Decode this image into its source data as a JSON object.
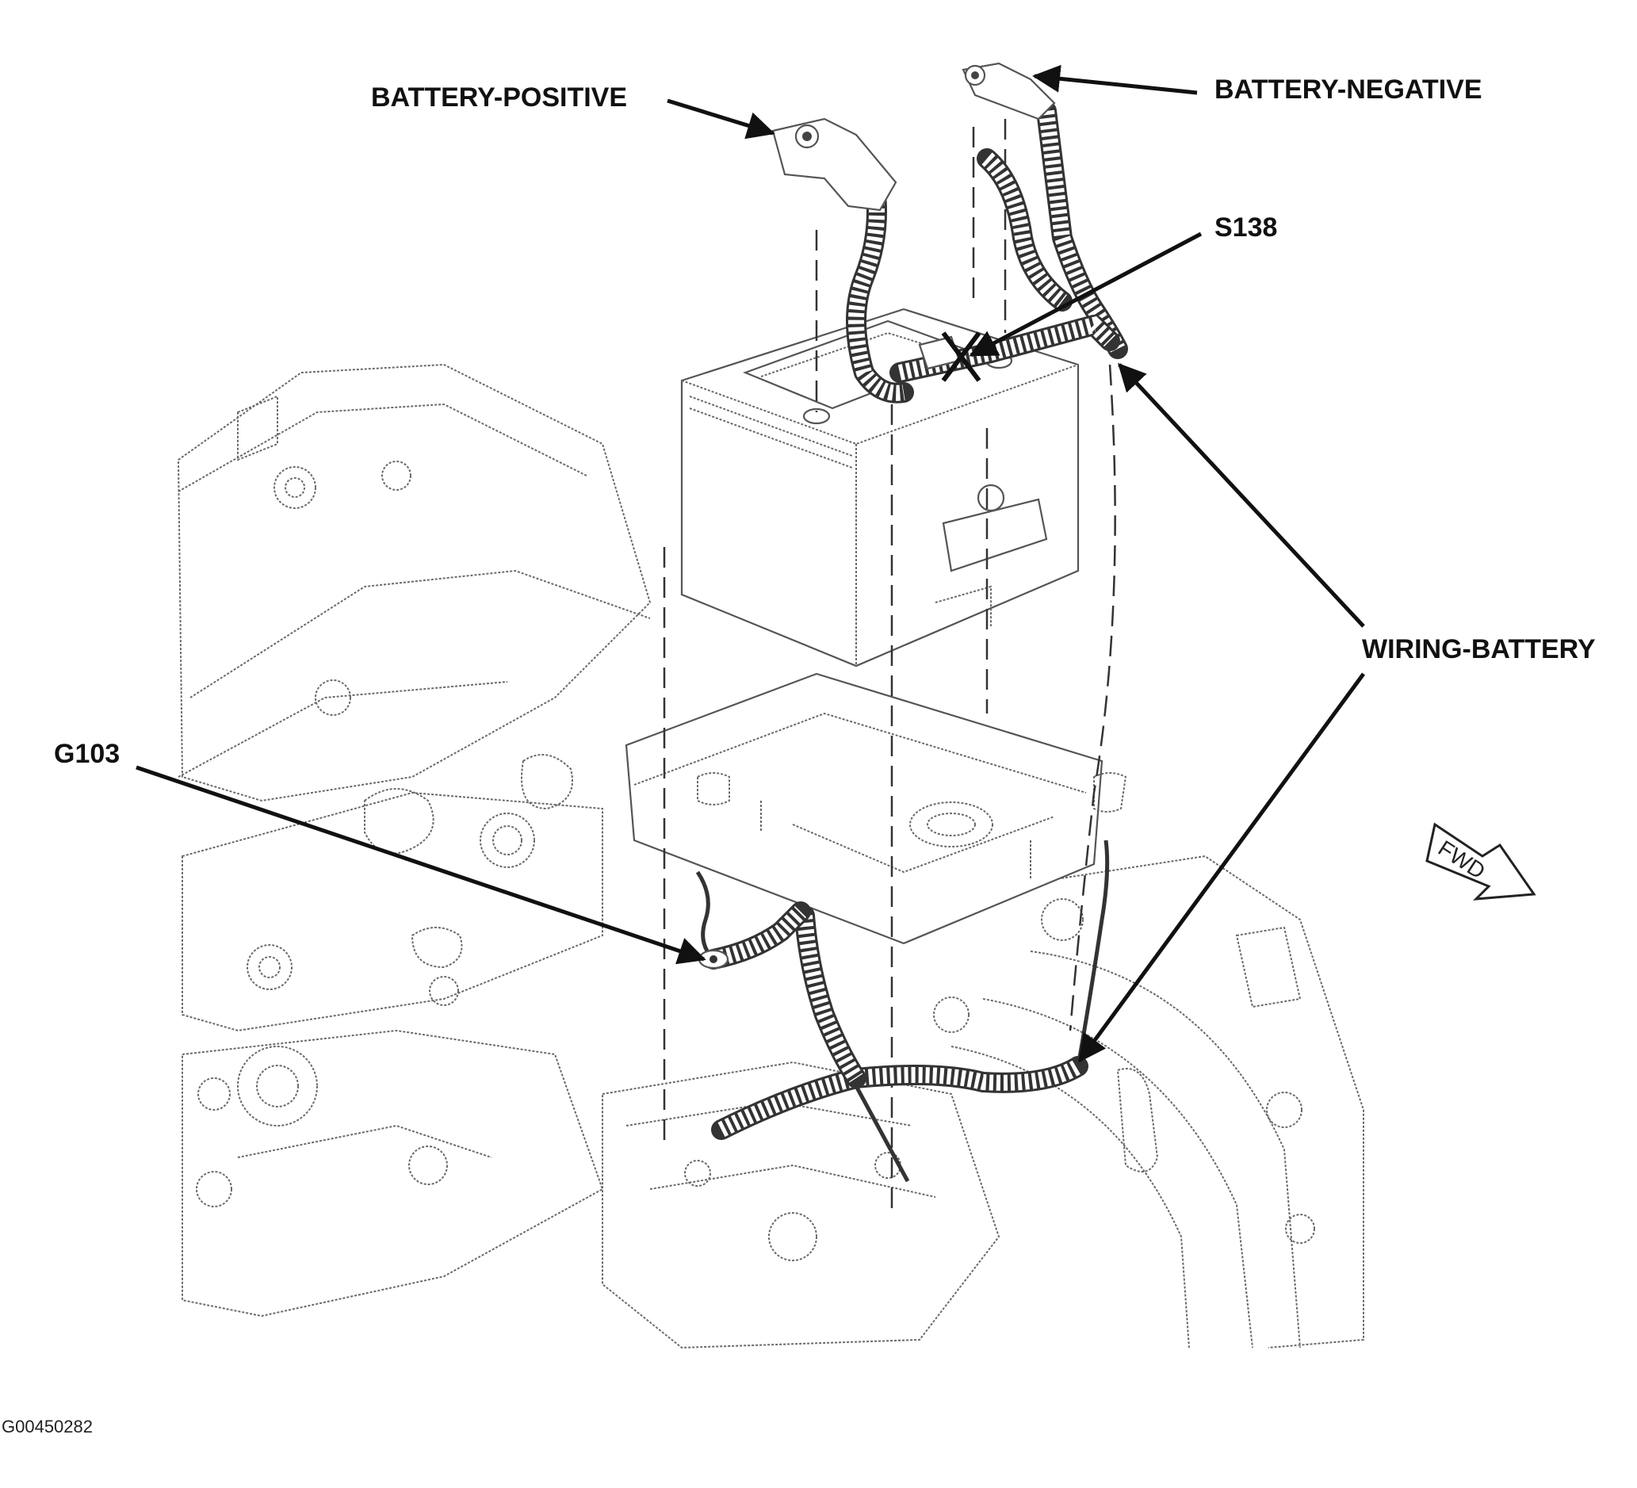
{
  "labels": {
    "battery_positive": "BATTERY-POSITIVE",
    "battery_negative": "BATTERY-NEGATIVE",
    "s138": "S138",
    "wiring_battery": "WIRING-BATTERY",
    "g103": "G103",
    "fwd": "FWD"
  },
  "figure_code": "G00450282"
}
